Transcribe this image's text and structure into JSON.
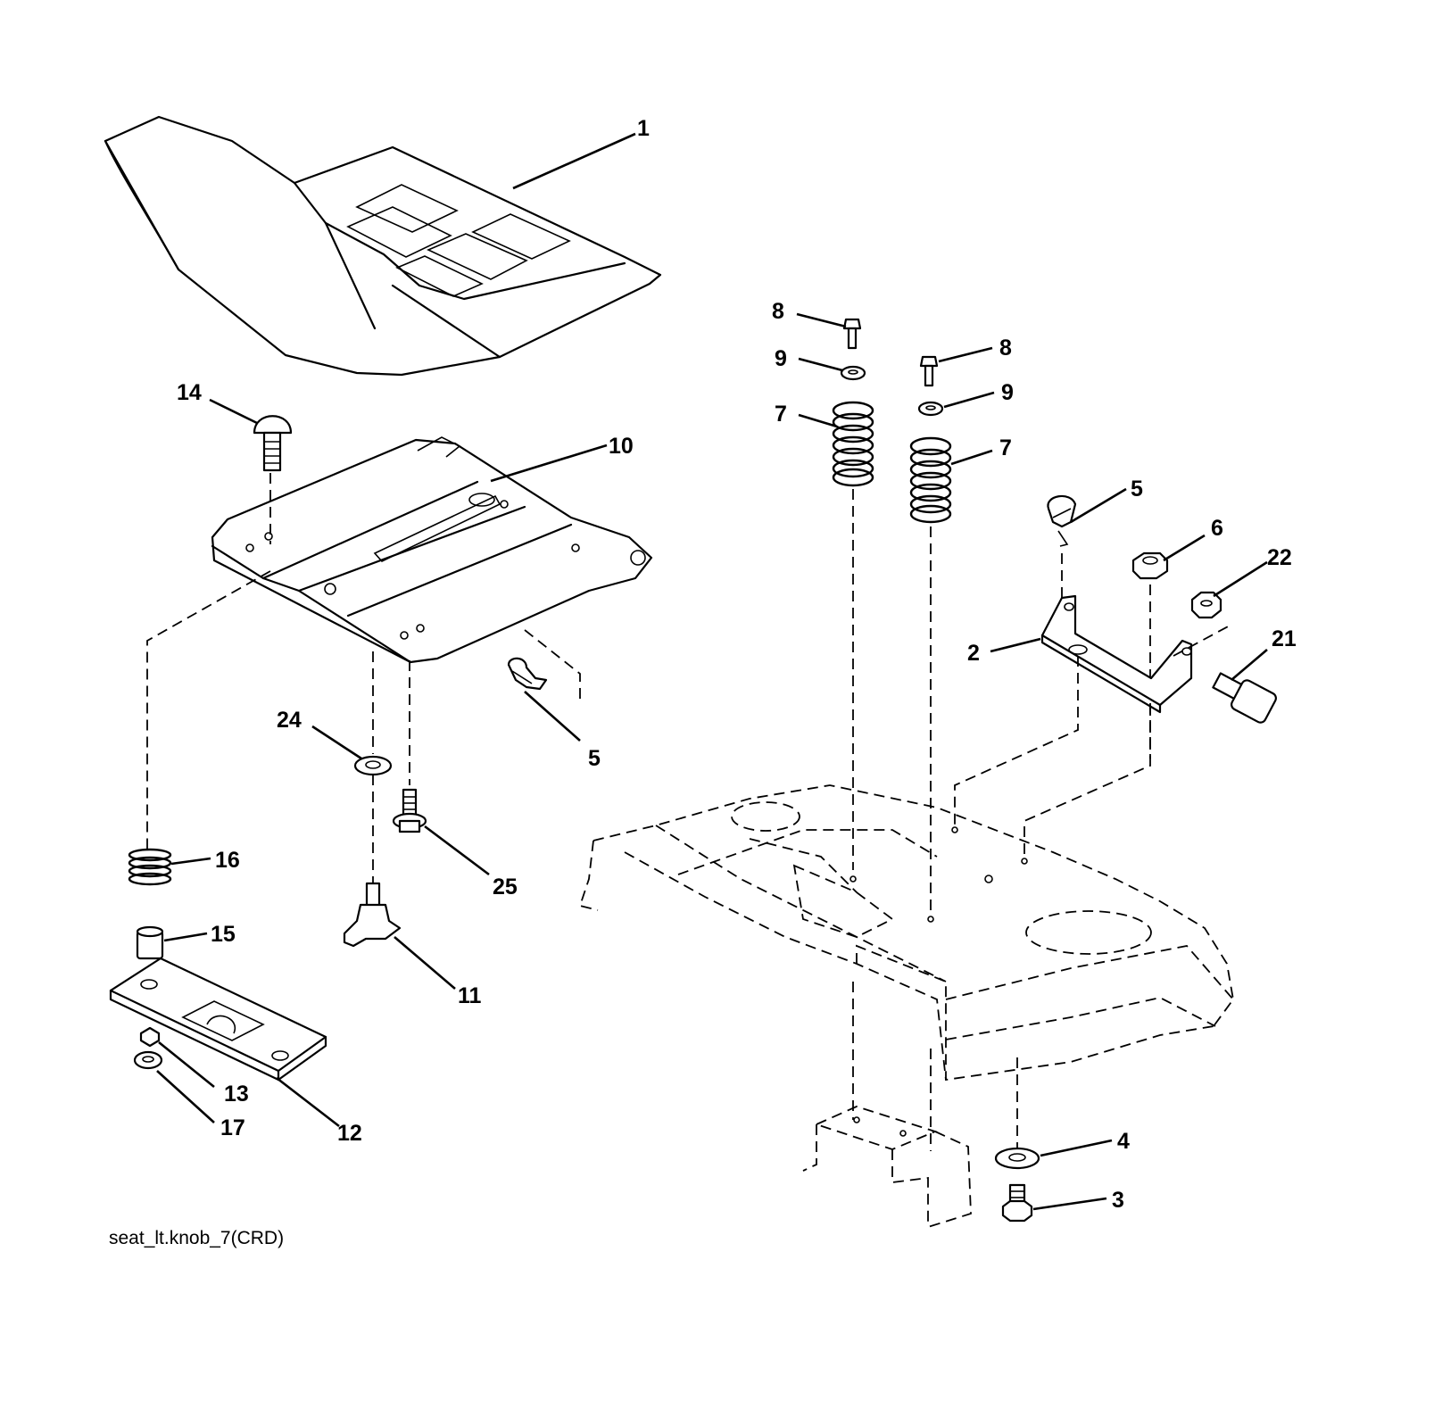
{
  "diagram": {
    "caption": "seat_lt.knob_7(CRD)",
    "callouts": [
      {
        "id": "c1",
        "label": "1"
      },
      {
        "id": "c14",
        "label": "14"
      },
      {
        "id": "c10",
        "label": "10"
      },
      {
        "id": "c24",
        "label": "24"
      },
      {
        "id": "c5a",
        "label": "5"
      },
      {
        "id": "c25",
        "label": "25"
      },
      {
        "id": "c16",
        "label": "16"
      },
      {
        "id": "c15",
        "label": "15"
      },
      {
        "id": "c11",
        "label": "11"
      },
      {
        "id": "c13",
        "label": "13"
      },
      {
        "id": "c17",
        "label": "17"
      },
      {
        "id": "c12",
        "label": "12"
      },
      {
        "id": "c8a",
        "label": "8"
      },
      {
        "id": "c9a",
        "label": "9"
      },
      {
        "id": "c7a",
        "label": "7"
      },
      {
        "id": "c8b",
        "label": "8"
      },
      {
        "id": "c9b",
        "label": "9"
      },
      {
        "id": "c7b",
        "label": "7"
      },
      {
        "id": "c5b",
        "label": "5"
      },
      {
        "id": "c6",
        "label": "6"
      },
      {
        "id": "c22",
        "label": "22"
      },
      {
        "id": "c2",
        "label": "2"
      },
      {
        "id": "c21",
        "label": "21"
      },
      {
        "id": "c4",
        "label": "4"
      },
      {
        "id": "c3",
        "label": "3"
      }
    ]
  }
}
